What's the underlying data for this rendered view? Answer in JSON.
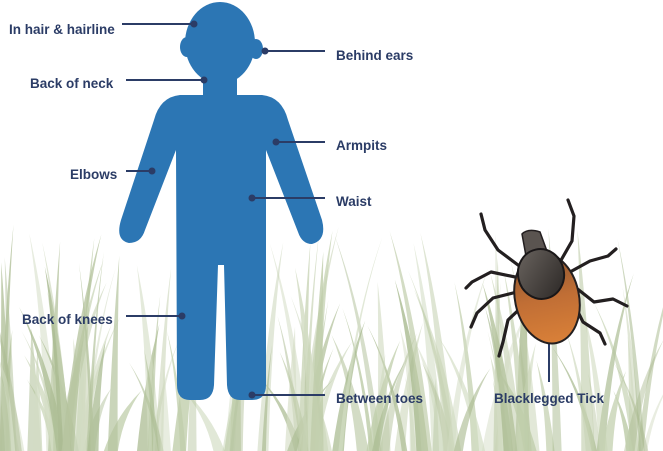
{
  "labels": {
    "hair": "In hair & hairline",
    "ears": "Behind ears",
    "neck": "Back of neck",
    "armpits": "Armpits",
    "elbows": "Elbows",
    "waist": "Waist",
    "knees": "Back of knees",
    "toes": "Between toes",
    "tick": "Blacklegged Tick"
  },
  "colors": {
    "body": "#2c76b4",
    "text": "#2b3c66",
    "grass": "#b9c7a4",
    "tick_dark": "#231f20",
    "tick_abdomen": "#b86a35"
  }
}
